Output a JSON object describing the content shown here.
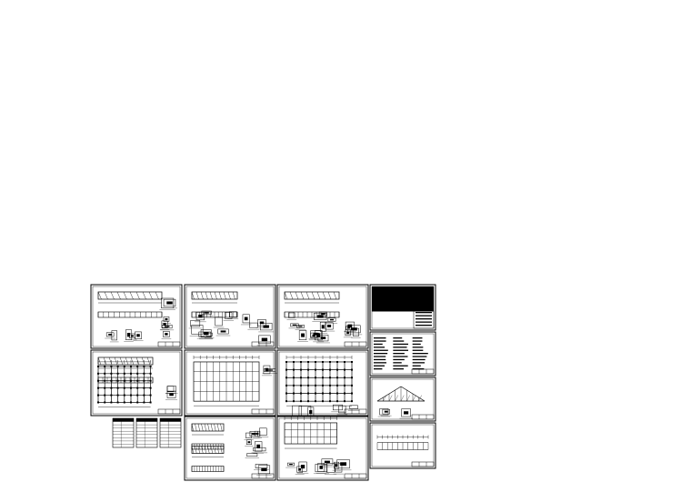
{
  "title_mark": "░▒░",
  "sheets": [
    {
      "id": "s1",
      "kind": "elevation-details"
    },
    {
      "id": "s2",
      "kind": "connection-details"
    },
    {
      "id": "s3",
      "kind": "member-details"
    },
    {
      "id": "s4",
      "kind": "cover-sheet"
    },
    {
      "id": "s5",
      "kind": "roof-framing-plan"
    },
    {
      "id": "s6",
      "kind": "column-grid-plan"
    },
    {
      "id": "s7",
      "kind": "purlin-layout-plan"
    },
    {
      "id": "s8",
      "kind": "general-notes"
    },
    {
      "id": "s9",
      "kind": "truss-elevation"
    },
    {
      "id": "s10",
      "kind": "small-schedules"
    },
    {
      "id": "s11",
      "kind": "bracing-details"
    },
    {
      "id": "s12",
      "kind": "wall-framing-elevations"
    },
    {
      "id": "s13",
      "kind": "side-elevation"
    }
  ],
  "colors": {
    "ink": "#000000",
    "paper": "#ffffff"
  }
}
